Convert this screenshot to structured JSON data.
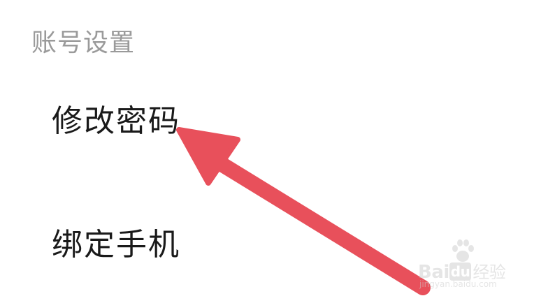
{
  "settings": {
    "section_title": "账号设置",
    "items": [
      {
        "label": "修改密码"
      },
      {
        "label": "绑定手机"
      }
    ]
  },
  "annotation": {
    "arrow_color": "#e8505b",
    "points_to": "修改密码"
  },
  "watermark": {
    "brand_prefix": "Bai",
    "brand_du": "du",
    "brand_suffix": "经验",
    "url": "jingyan.baidu.com",
    "icon": "paw-icon"
  }
}
